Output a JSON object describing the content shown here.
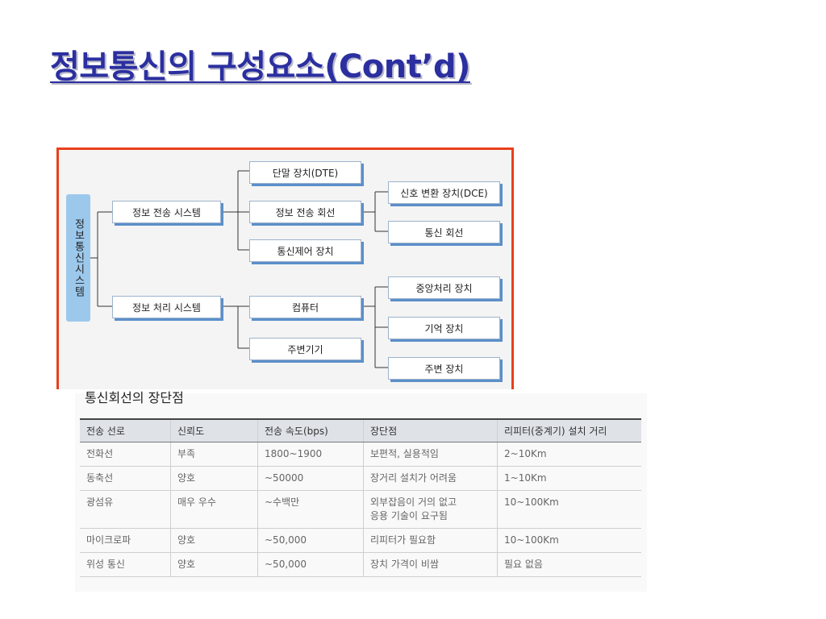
{
  "page": {
    "title": "정보통신의 구성요소(Cont’d)"
  },
  "diagram": {
    "root": "정보통신시스템",
    "level1": {
      "transmission": "정보 전송 시스템",
      "processing": "정보 처리 시스템"
    },
    "level2": {
      "dte": "단말 장치(DTE)",
      "line": "정보 전송 회선",
      "control": "통신제어 장치",
      "computer": "컴퓨터",
      "peripheral_device": "주변기기"
    },
    "level3": {
      "dce": "신호 변환 장치(DCE)",
      "comm_line": "통신 회선",
      "cpu": "중앙처리 장치",
      "memory": "기억 장치",
      "peripheral": "주변 장치"
    },
    "colors": {
      "frame_border": "#e8401c",
      "root_fill": "#9cc8ec",
      "box_shadow": "#5b8fc9"
    }
  },
  "table": {
    "caption": "통신회선의 장단점",
    "headers": [
      "전송 선로",
      "신뢰도",
      "전송 속도(bps)",
      "장단점",
      "리피터(중계기) 설치 거리"
    ],
    "rows": [
      [
        "전화선",
        "부족",
        "1800~1900",
        "보편적, 실용적임",
        "2~10Km"
      ],
      [
        "동축선",
        "양호",
        "~50000",
        "장거리 설치가 어려움",
        "1~10Km"
      ],
      [
        "광섬유",
        "매우 우수",
        "~수백만",
        [
          "외부잡음이 거의 없고",
          "응용 기술이 요구됨"
        ],
        "10~100Km"
      ],
      [
        "마이크로파",
        "양호",
        "~50,000",
        "리피터가 필요함",
        "10~100Km"
      ],
      [
        "위성 통신",
        "양호",
        "~50,000",
        "장치 가격이 비쌈",
        "필요 없음"
      ]
    ]
  }
}
